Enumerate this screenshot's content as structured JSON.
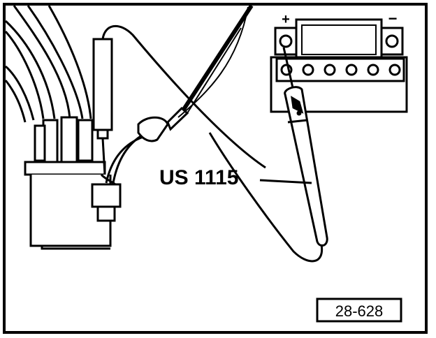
{
  "diagram": {
    "callout_label": "US 1115",
    "figure_number": "28-628",
    "battery": {
      "positive_symbol": "+",
      "negative_symbol": "−",
      "cell_count": 6
    },
    "colors": {
      "ink": "#000000",
      "paper": "#ffffff"
    }
  }
}
